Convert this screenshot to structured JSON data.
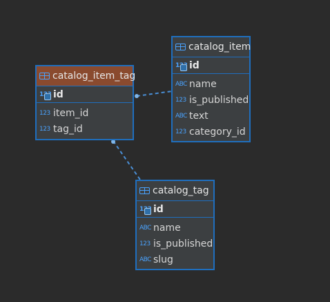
{
  "entities": {
    "item_tag": {
      "title": "catalog_item_tag",
      "pk": {
        "type": "123",
        "name": "id"
      },
      "columns": [
        {
          "type": "123",
          "name": "item_id"
        },
        {
          "type": "123",
          "name": "tag_id"
        }
      ]
    },
    "item": {
      "title": "catalog_item",
      "pk": {
        "type": "123",
        "name": "id"
      },
      "columns": [
        {
          "type": "ABC",
          "name": "name"
        },
        {
          "type": "123",
          "name": "is_published"
        },
        {
          "type": "ABC",
          "name": "text"
        },
        {
          "type": "123",
          "name": "category_id"
        }
      ]
    },
    "tag": {
      "title": "catalog_tag",
      "pk": {
        "type": "123",
        "name": "id"
      },
      "columns": [
        {
          "type": "ABC",
          "name": "name"
        },
        {
          "type": "123",
          "name": "is_published"
        },
        {
          "type": "ABC",
          "name": "slug"
        }
      ]
    }
  },
  "colors": {
    "background": "#2b2b2b",
    "entity_fill": "#3c3f41",
    "entity_border": "#1f6fbf",
    "selected_header": "#8a4a2e",
    "link": "#4a8fd6"
  }
}
